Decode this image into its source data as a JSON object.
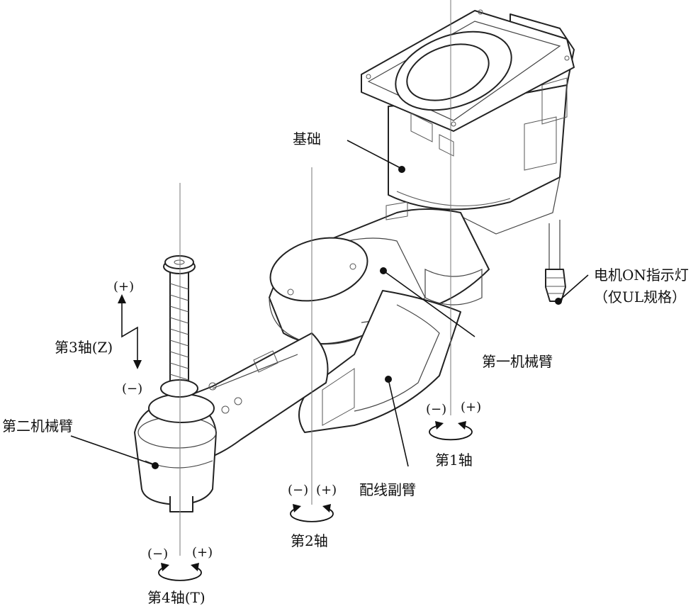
{
  "labels": {
    "base": "基础",
    "arm1": "第一机械臂",
    "arm2": "第二机械臂",
    "cable_arm": "配线副臂",
    "led_line1": "电机ON指示灯",
    "led_line2": "（仅UL规格）",
    "axis1": "第1轴",
    "axis2": "第2轴",
    "axis3": "第3轴(Z)",
    "axis4": "第4轴(T)"
  },
  "signs": {
    "minus": "(−)",
    "plus": "(+)"
  }
}
